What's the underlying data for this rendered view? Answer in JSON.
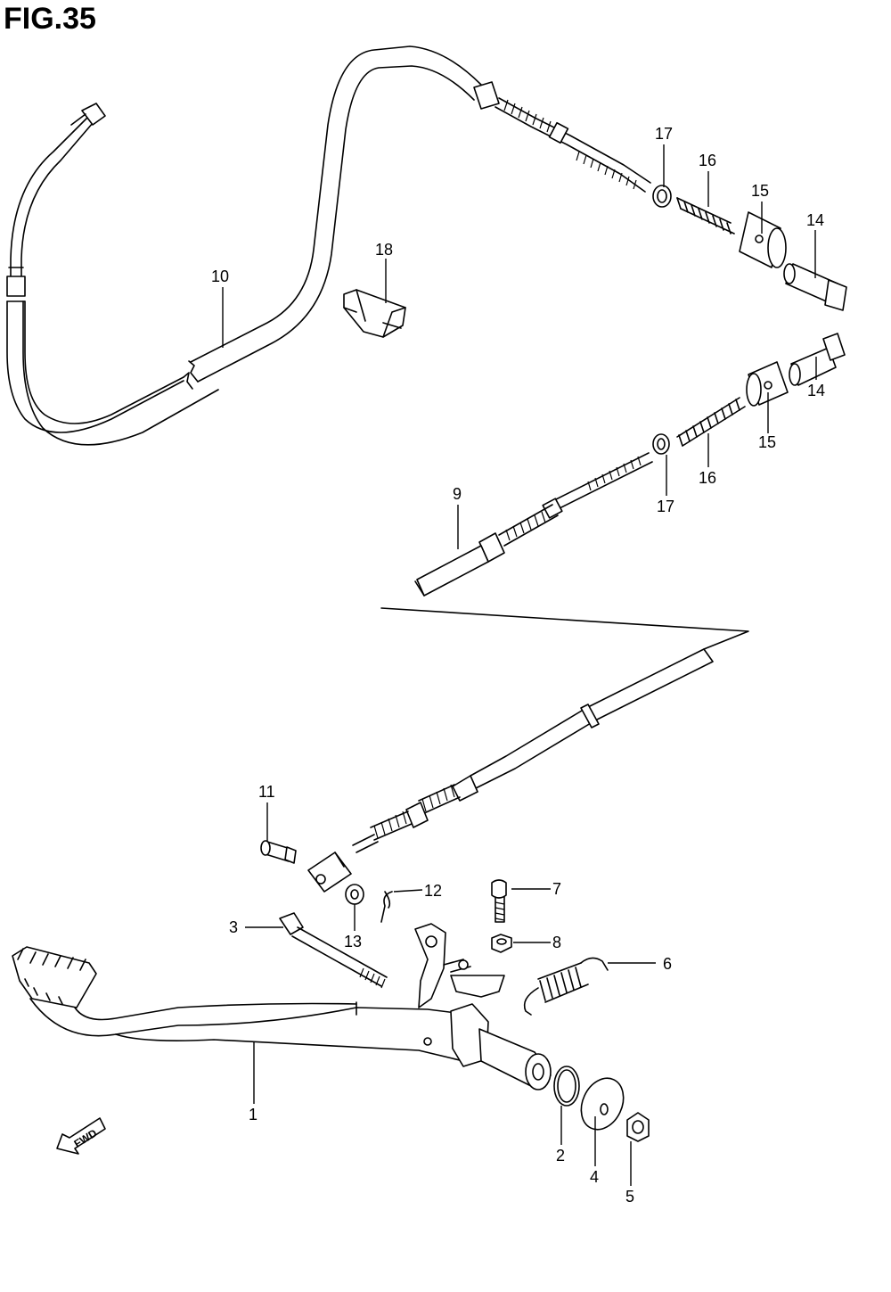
{
  "figure": {
    "title": "FIG.35"
  },
  "fwd_badge": {
    "label": "FWD"
  },
  "callouts": [
    {
      "id": "c1",
      "label": "1"
    },
    {
      "id": "c2",
      "label": "2"
    },
    {
      "id": "c3",
      "label": "3"
    },
    {
      "id": "c4",
      "label": "4"
    },
    {
      "id": "c5",
      "label": "5"
    },
    {
      "id": "c6",
      "label": "6"
    },
    {
      "id": "c7",
      "label": "7"
    },
    {
      "id": "c8",
      "label": "8"
    },
    {
      "id": "c9",
      "label": "9"
    },
    {
      "id": "c10",
      "label": "10"
    },
    {
      "id": "c11",
      "label": "11"
    },
    {
      "id": "c12",
      "label": "12"
    },
    {
      "id": "c13",
      "label": "13"
    },
    {
      "id": "c14a",
      "label": "14"
    },
    {
      "id": "c14b",
      "label": "14"
    },
    {
      "id": "c15a",
      "label": "15"
    },
    {
      "id": "c15b",
      "label": "15"
    },
    {
      "id": "c16a",
      "label": "16"
    },
    {
      "id": "c16b",
      "label": "16"
    },
    {
      "id": "c17a",
      "label": "17"
    },
    {
      "id": "c17b",
      "label": "17"
    },
    {
      "id": "c18",
      "label": "18"
    }
  ]
}
